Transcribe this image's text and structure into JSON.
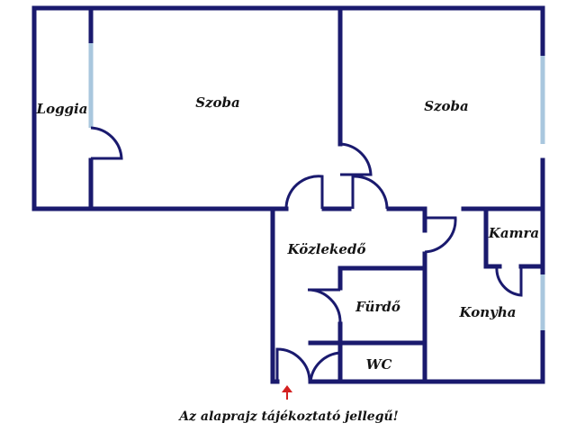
{
  "rooms": {
    "loggia": "Loggia",
    "szoba_left": "Szoba",
    "szoba_right": "Szoba",
    "kozlekedo": "Közlekedő",
    "kamra": "Kamra",
    "furdo": "Fürdő",
    "konyha": "Konyha",
    "wc": "WC"
  },
  "note": "Az alaprajz tájékoztató jellegű!",
  "colors": {
    "wall": "#1a1a6e",
    "window": "#a9c7de",
    "door": "#1a1a6e",
    "arrow": "#d42020",
    "text": "#141414"
  },
  "entrance_marker": "up-arrow-icon"
}
